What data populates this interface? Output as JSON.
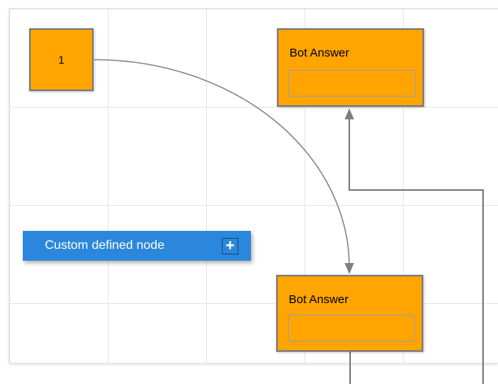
{
  "colors": {
    "node_fill": "#ffa400",
    "node_border": "#7a7a7a",
    "inner_box_border": "#9f9f9f",
    "custom_node_fill": "#2b87db",
    "connector": "#7f7f7f",
    "grid_line": "#e6e6e6",
    "canvas_border": "#e2e2e2",
    "text_dark": "#000000",
    "text_light": "#ffffff"
  },
  "diagram": {
    "node1": {
      "label": "1"
    },
    "bot_answer_top": {
      "title": "Bot Answer"
    },
    "bot_answer_bottom": {
      "title": "Bot Answer"
    },
    "custom_node": {
      "label": "Custom defined node",
      "add_button": "+"
    }
  }
}
